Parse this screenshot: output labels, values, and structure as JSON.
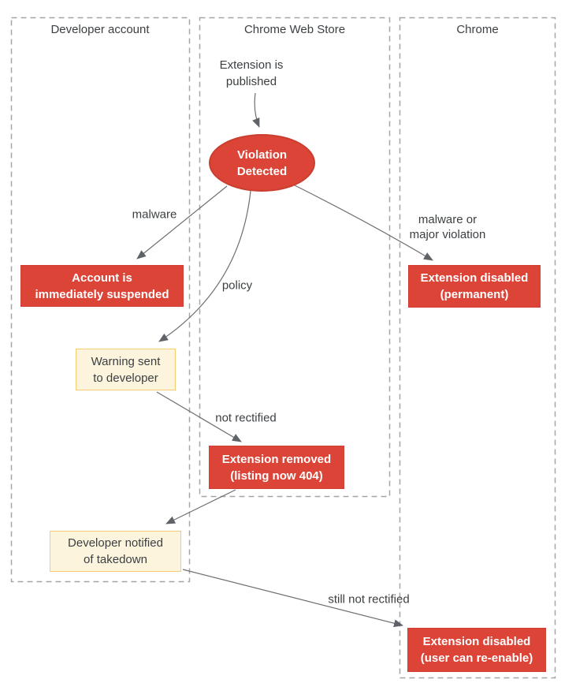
{
  "lanes": [
    {
      "title": "Developer account"
    },
    {
      "title": "Chrome Web Store"
    },
    {
      "title": "Chrome"
    }
  ],
  "nodes": {
    "published": {
      "text": "Extension is\npublished"
    },
    "violation": {
      "text": "Violation\nDetected"
    },
    "suspended": {
      "text": "Account is\nimmediately suspended"
    },
    "warning": {
      "text": "Warning sent\nto developer"
    },
    "removed": {
      "text": "Extension removed\n(listing now 404)"
    },
    "notified": {
      "text": "Developer notified\nof takedown"
    },
    "disabled_permanent": {
      "text": "Extension disabled\n(permanent)"
    },
    "disabled_reenable": {
      "text": "Extension disabled\n(user can re-enable)"
    }
  },
  "edge_labels": {
    "malware": "malware",
    "policy": "policy",
    "malware_or_major": "malware or\nmajor violation",
    "not_rectified": "not rectified",
    "still_not_rectified": "still not rectified"
  },
  "colors": {
    "danger_red": "#db4437",
    "danger_red_border": "#c93e2f",
    "cream_fill": "#fcf4dc",
    "cream_border": "#f2ce70",
    "text_dark": "#3c4043",
    "arrow_gray": "#6e6e6e",
    "arrowhead_gray": "#5f6368",
    "lane_border_gray": "#a6a6a6"
  }
}
